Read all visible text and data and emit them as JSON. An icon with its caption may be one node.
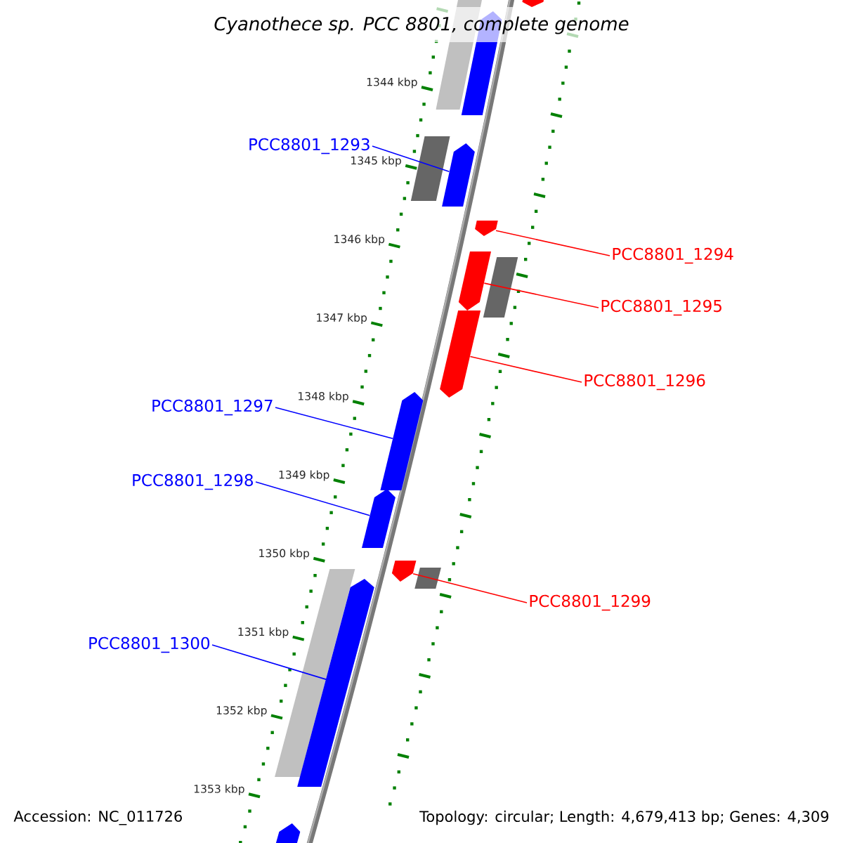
{
  "diagram": {
    "title": "Cyanothece sp. PCC 8801, complete genome",
    "nodes": [
      {
        "text": [
          "PCC8801_1293"
        ]
      },
      {
        "text": [
          "PCC8801_1294"
        ]
      },
      {
        "text": [
          "PCC8801_1295"
        ]
      },
      {
        "text": [
          "PCC8801_1296"
        ]
      },
      {
        "text": [
          "PCC8801_1297"
        ]
      },
      {
        "text": [
          "PCC8801_1298"
        ]
      },
      {
        "text": [
          "PCC8801_1299"
        ]
      },
      {
        "text": [
          "PCC8801_1300"
        ]
      },
      {
        "text": [],
        "shape": "bar"
      },
      {
        "text": [],
        "shape": "box"
      },
      {
        "text": [],
        "shape": "bar"
      },
      {
        "text": [],
        "shape": "box"
      },
      {
        "text": [],
        "shape": "bar"
      },
      {
        "text": [],
        "shape": "bar"
      },
      {
        "text": [],
        "shape": "bar"
      },
      {
        "text": [],
        "shape": "box"
      },
      {
        "text": [],
        "shape": "bar"
      },
      {
        "text": [],
        "shape": "bar"
      },
      {
        "text": [],
        "shape": "bar"
      },
      {
        "text": [],
        "shape": "bar"
      },
      {
        "text": [],
        "shape": "box"
      },
      {
        "text": [],
        "shape": "box"
      },
      {
        "text": [],
        "shape": "bar"
      },
      {
        "text": [],
        "shape": "bar"
      }
    ],
    "edges": [
      {
        "from": 0,
        "to": 12,
        "arrow": "none",
        "color": "#0000ff"
      },
      {
        "from": 1,
        "to": 13,
        "arrow": "none",
        "color": "#ff0000"
      },
      {
        "from": 2,
        "to": 14,
        "arrow": "none",
        "color": "#ff0000"
      },
      {
        "from": 3,
        "to": 16,
        "arrow": "none",
        "color": "#ff0000"
      },
      {
        "from": 4,
        "to": 17,
        "arrow": "none",
        "color": "#0000ff"
      },
      {
        "from": 5,
        "to": 18,
        "arrow": "none",
        "color": "#0000ff"
      },
      {
        "from": 6,
        "to": 19,
        "arrow": "none",
        "color": "#ff0000"
      },
      {
        "from": 7,
        "to": 22,
        "arrow": "none",
        "color": "#0000ff"
      }
    ],
    "labels": [
      "1344 kbp",
      "1345 kbp",
      "1346 kbp",
      "1347 kbp",
      "1348 kbp",
      "1349 kbp",
      "1350 kbp",
      "1351 kbp",
      "1352 kbp",
      "1353 kbp",
      "Accession: NC_011726",
      "Topology: circular; Length: 4,679,413 bp; Genes: 4,309"
    ]
  }
}
